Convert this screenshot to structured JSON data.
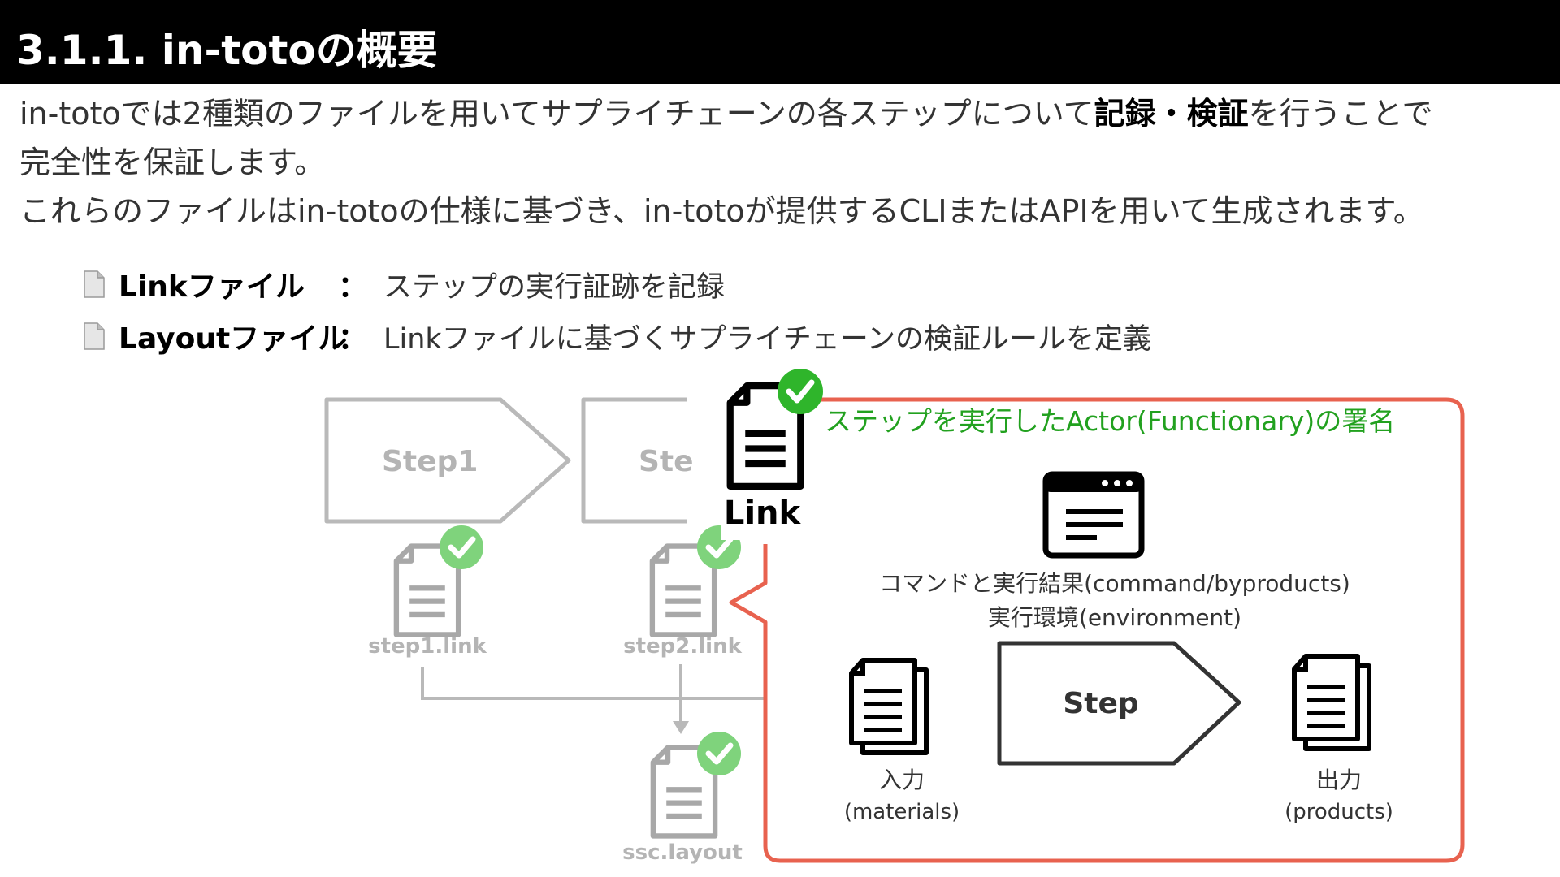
{
  "header": {
    "title": "3.1.1. in-totoの概要"
  },
  "intro": {
    "line1_pre": "in-totoでは2種類のファイルを用いてサプライチェーンの各ステップについて",
    "line1_bold": "記録・検証",
    "line1_post": "を行うことで",
    "line2": "完全性を保証します。",
    "line3": "これらのファイルはin-totoの仕様に基づき、in-totoが提供するCLIまたはAPIを用いて生成されます。"
  },
  "file_types": [
    {
      "name": "Linkファイル",
      "colon": "：",
      "desc": "ステップの実行証跡を記録"
    },
    {
      "name": "Layoutファイル",
      "colon": "：",
      "desc": "Linkファイルに基づくサプライチェーンの検証ルールを定義"
    }
  ],
  "diagram": {
    "step1_label": "Step1",
    "step2_label": "Ste",
    "step1_file": "step1.link",
    "step2_file": "step2.link",
    "layout_file": "ssc.layout",
    "link_label": "Link",
    "signature": "ステップを実行したActor(Functionary)の署名",
    "command_line1": "コマンドと実行結果(command/byproducts)",
    "command_line2": "実行環境(environment)",
    "step_label": "Step",
    "input_label": "入力",
    "input_sub": "(materials)",
    "output_label": "出力",
    "output_sub": "(products)"
  },
  "colors": {
    "header_bg": "#000000",
    "callout_border": "#e8624f",
    "signature_text": "#22a11f",
    "check_green": "#2fb52b",
    "faded": "#b9b9b9"
  }
}
